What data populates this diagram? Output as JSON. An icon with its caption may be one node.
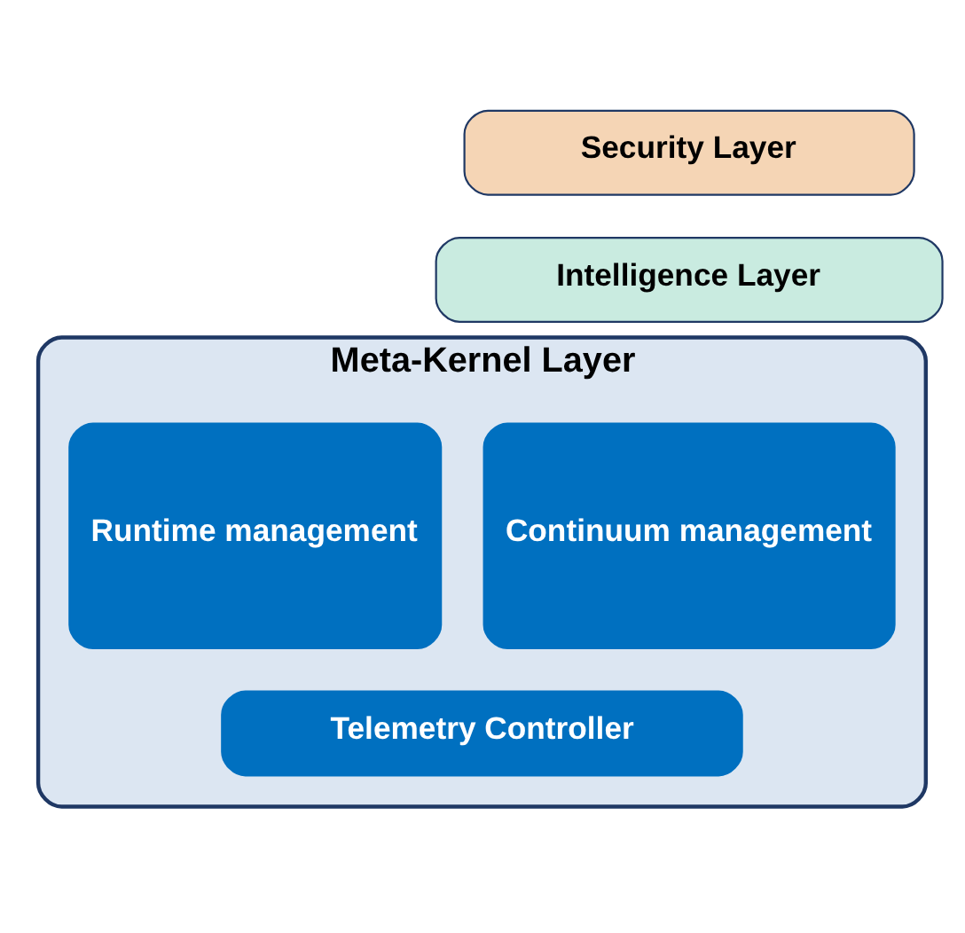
{
  "diagram": {
    "nodes": [
      {
        "text": [
          "Security Layer"
        ]
      },
      {
        "text": [
          "Intelligence Layer"
        ]
      },
      {
        "text": [
          "Meta-Kernel Layer"
        ]
      },
      {
        "text": [
          "Continuum management"
        ],
        "in": 2
      },
      {
        "text": [
          "Runtime management"
        ],
        "in": 2
      },
      {
        "text": [
          "Telemetry Controller"
        ],
        "in": 2
      }
    ]
  }
}
